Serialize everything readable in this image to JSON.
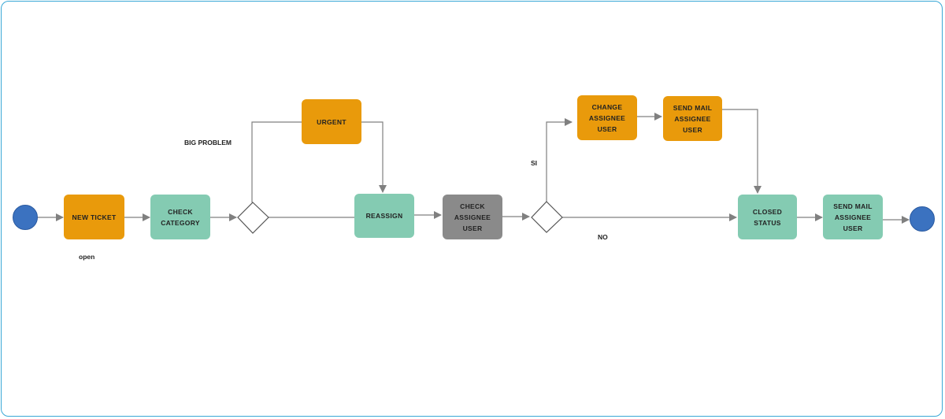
{
  "colors": {
    "orange": "#e99a0b",
    "green": "#84cbb2",
    "gray": "#8a8a8a",
    "event": "#3b72c0",
    "connector": "#808080",
    "frame": "#3aa8d6"
  },
  "nodes": {
    "new_ticket": "NEW TICKET",
    "check_category": "CHECK\nCATEGORY",
    "urgent": "URGENT",
    "reassign": "REASSIGN",
    "check_assignee_user": "CHECK\nASSIGNEE\nUSER",
    "change_assignee_user": "CHANGE\nASSIGNEE\nUSER",
    "send_mail_assignee_user_top": "SEND MAIL\nASSIGNEE\nUSER",
    "closed_status": "CLOSED\nSTATUS",
    "send_mail_assignee_user_end": "SEND MAIL\nASSIGNEE\nUSER"
  },
  "labels": {
    "open": "open",
    "big_problem": "BIG PROBLEM",
    "si": "SI",
    "no": "NO"
  }
}
